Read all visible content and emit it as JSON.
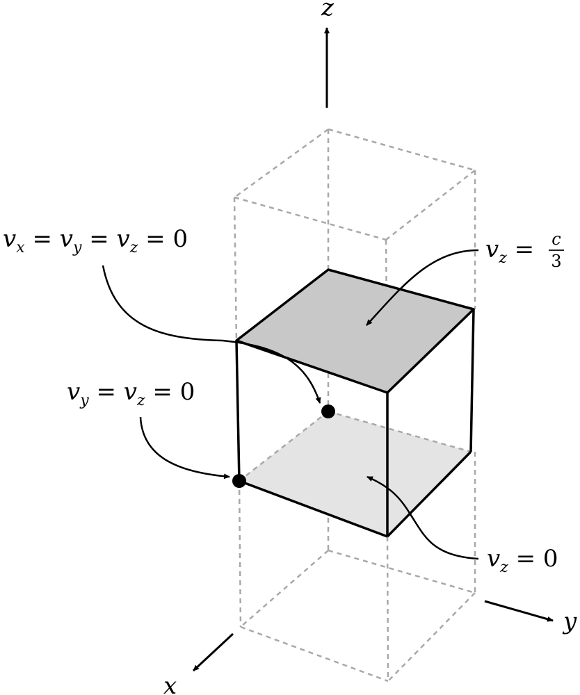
{
  "axes": {
    "x": "x",
    "y": "y",
    "z": "z"
  },
  "labels": {
    "origin_vertex": {
      "v1": "v",
      "s1": "x",
      "eq1": " = ",
      "v2": "v",
      "s2": "y",
      "eq2": " = ",
      "v3": "v",
      "s3": "z",
      "eq3": " = ",
      "rhs": "0"
    },
    "x_axis_vertex": {
      "v1": "v",
      "s1": "y",
      "eq1": " = ",
      "v2": "v",
      "s2": "z",
      "eq2": " = ",
      "rhs": "0"
    },
    "top_face": {
      "v1": "v",
      "s1": "z",
      "eq1": " = ",
      "num": "c",
      "den": "3"
    },
    "bottom_face": {
      "v1": "v",
      "s1": "z",
      "eq1": " = ",
      "rhs": "0"
    }
  },
  "colors": {
    "top_face_fill": "#c8c8c8",
    "bottom_face_fill": "#e4e4e4",
    "dashed_outline": "#a8a8a8",
    "edge": "#000000"
  }
}
